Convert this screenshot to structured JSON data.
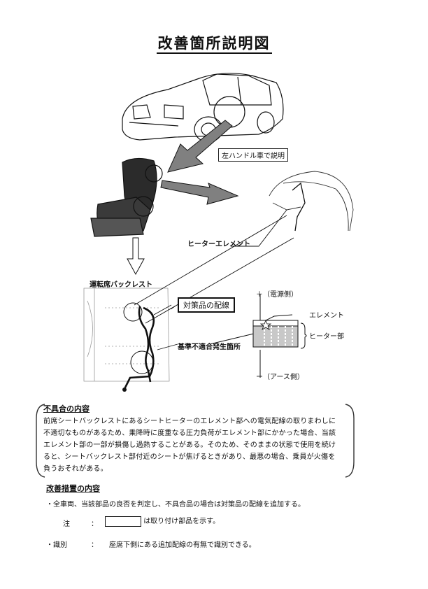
{
  "title": "改善箇所説明図",
  "figure": {
    "car_note": "左ハンドル車で説明",
    "seat_label": "運転席バックレスト",
    "heater_element_label": "ヒーターエレメント",
    "wiring_label": "対策品の配線",
    "defect_location_label": "基準不適合発生箇所",
    "power_side": "＋（電源側）",
    "element_label": "エレメント",
    "heater_part_label": "ヒーター部",
    "earth_side": "ー（アース側）"
  },
  "defect": {
    "heading": "不具合の内容",
    "lines": [
      "前席シートバックレストにあるシートヒーターのエレメント部への電気配線の取りまわしに",
      "不適切なものがあるため、乗降時に度重なる圧力負荷がエレメント部にかかった場合、当該",
      "エレメント部の一部が損傷し過熱することがある。そのため、そのままの状態で使用を続け",
      "ると、シートバックレスト部付近のシートが焦げるときがあり、最悪の場合、乗員が火傷を",
      "負うおそれがある。"
    ]
  },
  "remedy": {
    "heading": "改善措置の内容",
    "item": "・全車両、当該部品の良否を判定し、不具合品の場合は対策品の配線を追加する。",
    "note_label": "注",
    "colon": "：",
    "note_text": "は取り付け部品を示す。",
    "ident_label": "・識別",
    "ident_text": "座席下側にある追加配線の有無で識別できる。"
  },
  "colors": {
    "ink": "#111111",
    "gray": "#808080",
    "light": "#c8c8c8"
  }
}
